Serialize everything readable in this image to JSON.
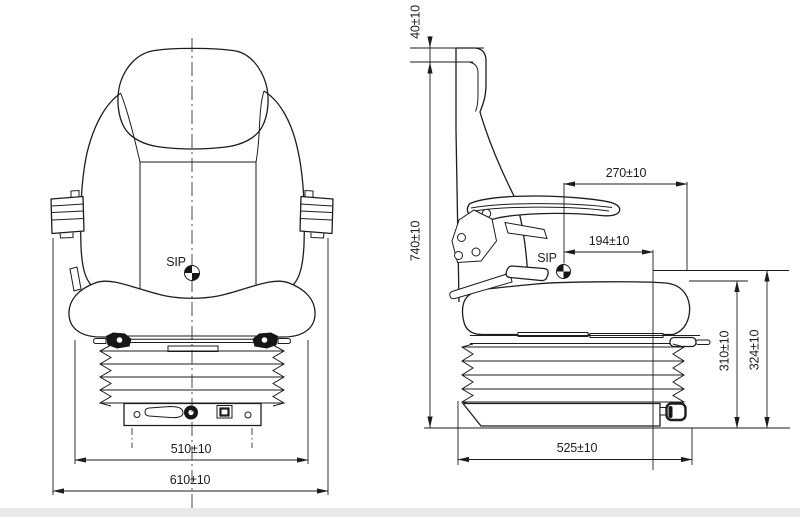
{
  "drawing": {
    "type": "technical-orthographic-drawing",
    "subject": "suspension seat with headrest, armrests and bellows",
    "colors": {
      "background": "#ffffff",
      "line": "#1d1d1d",
      "footer_strip": "#e9e9e9"
    },
    "front_view": {
      "sip_label": "SIP",
      "dim_seat_width": "510±10",
      "dim_overall_width": "610±10"
    },
    "side_view": {
      "sip_label": "SIP",
      "dim_headrest_top": "40±10",
      "dim_overall_height": "740±10",
      "dim_armrest_reach": "270±10",
      "dim_sip_to_rear": "194±10",
      "dim_seat_height": "310±10",
      "dim_sip_height": "324±10",
      "dim_base_length": "525±10"
    }
  }
}
